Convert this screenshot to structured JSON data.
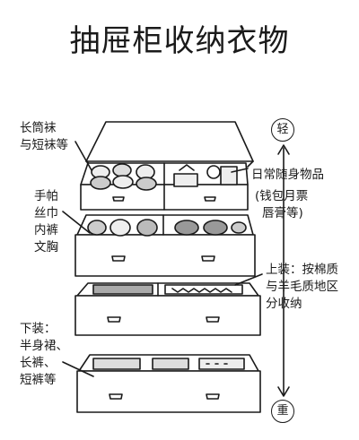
{
  "title": "抽屉柜收纳衣物",
  "labels": {
    "socks": [
      "长筒袜",
      "与短袜等"
    ],
    "handkerchief": [
      "手帕",
      "丝巾",
      "内裤",
      "文胸"
    ],
    "daily": "日常随身物品",
    "daily_detail": [
      "钱包月票",
      "唇膏等"
    ],
    "tops": [
      "上装：按棉质",
      "与羊毛质地区",
      "分收纳"
    ],
    "bottoms": [
      "下装：",
      "半身裙、",
      "长裤、",
      "短裤等"
    ]
  },
  "scale": {
    "light": "轻",
    "heavy": "重"
  }
}
